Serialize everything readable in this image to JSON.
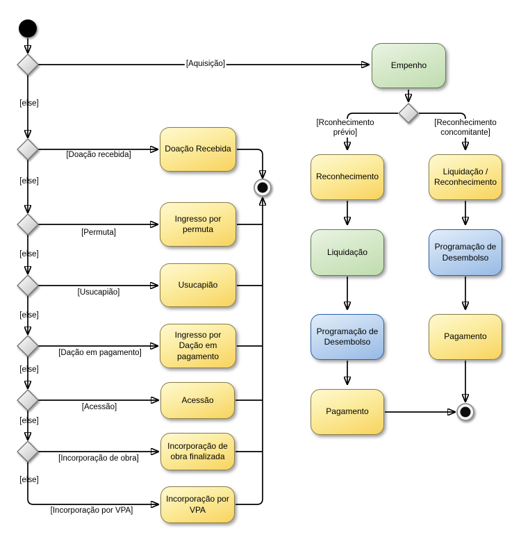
{
  "diagram": {
    "type": "uml-activity-diagram",
    "nodes": {
      "empenho": {
        "label": "Empenho",
        "color": "green"
      },
      "doacao_recebida": {
        "label": "Doação Recebida",
        "color": "yellow"
      },
      "ingresso_permuta": {
        "label": "Ingresso por permuta",
        "color": "yellow"
      },
      "usucapiao": {
        "label": "Usucapião",
        "color": "yellow"
      },
      "ingresso_dacao": {
        "label": "Ingresso por Dação em pagamento",
        "color": "yellow"
      },
      "acessao": {
        "label": "Acessão",
        "color": "yellow"
      },
      "incorporacao_obra": {
        "label": "Incorporação de obra finalizada",
        "color": "yellow"
      },
      "incorporacao_vpa": {
        "label": "Incorporação por VPA",
        "color": "yellow"
      },
      "reconhecimento": {
        "label": "Reconhecimento",
        "color": "yellow"
      },
      "liquidacao": {
        "label": "Liquidação",
        "color": "green"
      },
      "prog_desembolso_previo": {
        "label": "Programação de Desembolso",
        "color": "blue"
      },
      "pagamento_previo": {
        "label": "Pagamento",
        "color": "yellow"
      },
      "liquidacao_reconhecimento": {
        "label": "Liquidação / Reconhecimento",
        "color": "yellow"
      },
      "prog_desembolso_concomitante": {
        "label": "Programação de Desembolso",
        "color": "blue"
      },
      "pagamento_concomitante": {
        "label": "Pagamento",
        "color": "yellow"
      }
    },
    "guards": {
      "aquisicao": "[Aquisição]",
      "else": "[else]",
      "doacao_recebida": "[Doação recebida]",
      "permuta": "[Permuta]",
      "usucapiao": "[Usucapião]",
      "dacao_pagamento": "[Dação em pagamento]",
      "acessao": "[Acessão]",
      "incorporacao_obra": "[Incorporação de obra]",
      "incorporacao_vpa": "[Incorporação por VPA]",
      "reconhecimento_previo": "[Rconhecimento\nprévio]",
      "reconhecimento_concomitante": "[Reconhecimento\nconcomitante]"
    },
    "colors": {
      "yellow_fill_top": "#FFF8D0",
      "yellow_fill_bottom": "#F8D35E",
      "yellow_border": "#8A7D42",
      "green_fill_top": "#EAF4E4",
      "green_fill_bottom": "#C0DCAF",
      "green_border": "#5F7D52",
      "blue_fill_top": "#E2EDFA",
      "blue_fill_bottom": "#98BAE5",
      "blue_border": "#2A60A8",
      "edge": "#000000",
      "background": "#FFFFFF"
    }
  }
}
